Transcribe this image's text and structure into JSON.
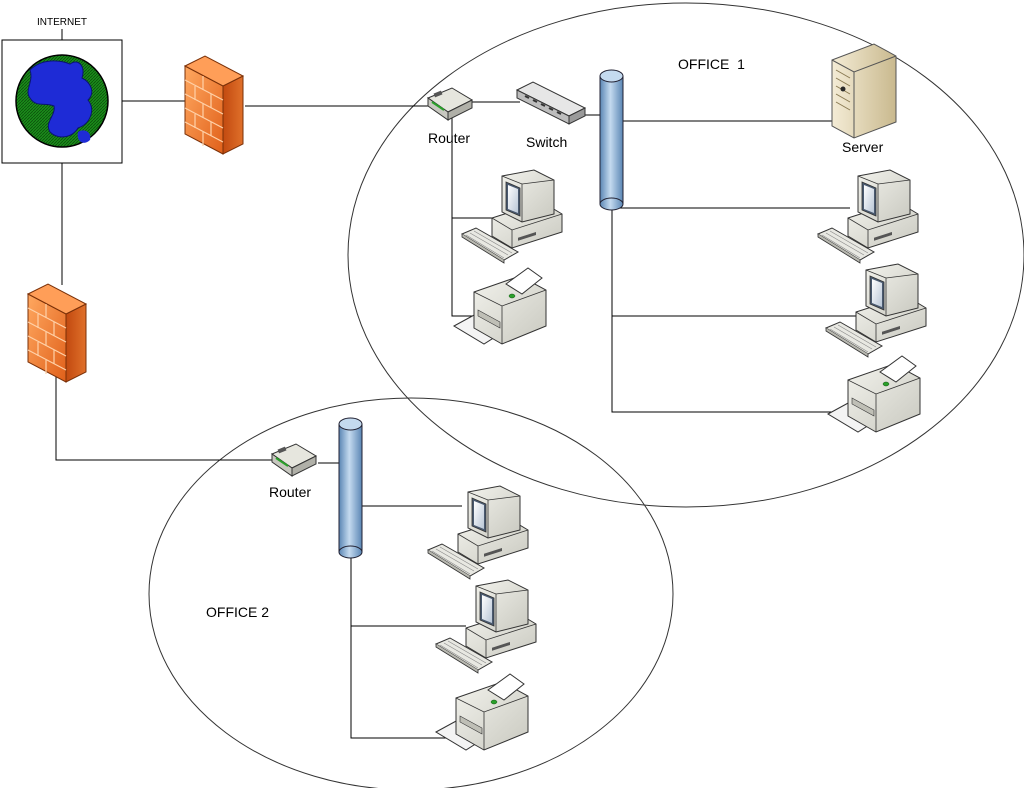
{
  "diagram": {
    "internet_label": "INTERNET",
    "office1_label": "OFFICE  1",
    "office2_label": "OFFICE 2",
    "office1_router_label": "Router",
    "office1_switch_label": "Switch",
    "office1_server_label": "Server",
    "office2_router_label": "Router"
  },
  "colors": {
    "globe_land": "#1a8c1a",
    "globe_water": "#1e2bd6",
    "firewall": "#f07a2a",
    "backbone": "#8fb4d8",
    "line": "#000000"
  }
}
